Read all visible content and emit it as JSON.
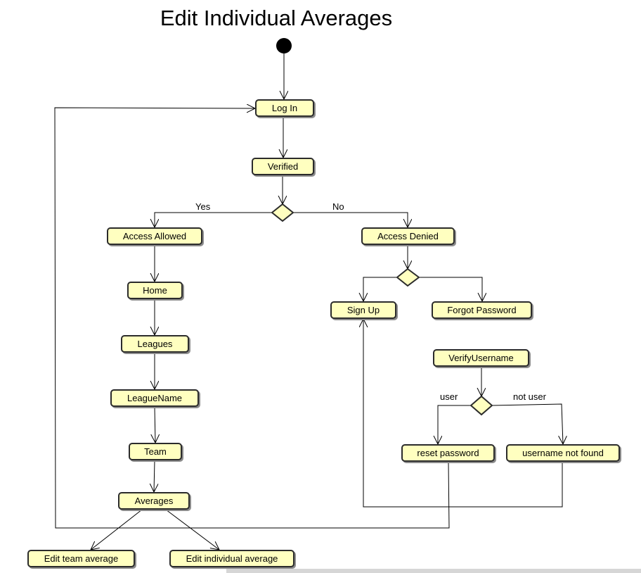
{
  "diagram": {
    "title": "Edit Individual Averages",
    "nodes": {
      "log_in": "Log In",
      "verified": "Verified",
      "access_allowed": "Access Allowed",
      "access_denied": "Access Denied",
      "home": "Home",
      "leagues": "Leagues",
      "league_name": "LeagueName",
      "team": "Team",
      "averages": "Averages",
      "edit_team_average": "Edit team average",
      "edit_individual_average": "Edit individual average",
      "sign_up": "Sign Up",
      "forgot_password": "Forgot Password",
      "verify_username": "VerifyUsername",
      "reset_password": "reset password",
      "username_not_found": "username not found"
    },
    "edge_labels": {
      "yes": "Yes",
      "no": "No",
      "user": "user",
      "not_user": "not user"
    }
  }
}
